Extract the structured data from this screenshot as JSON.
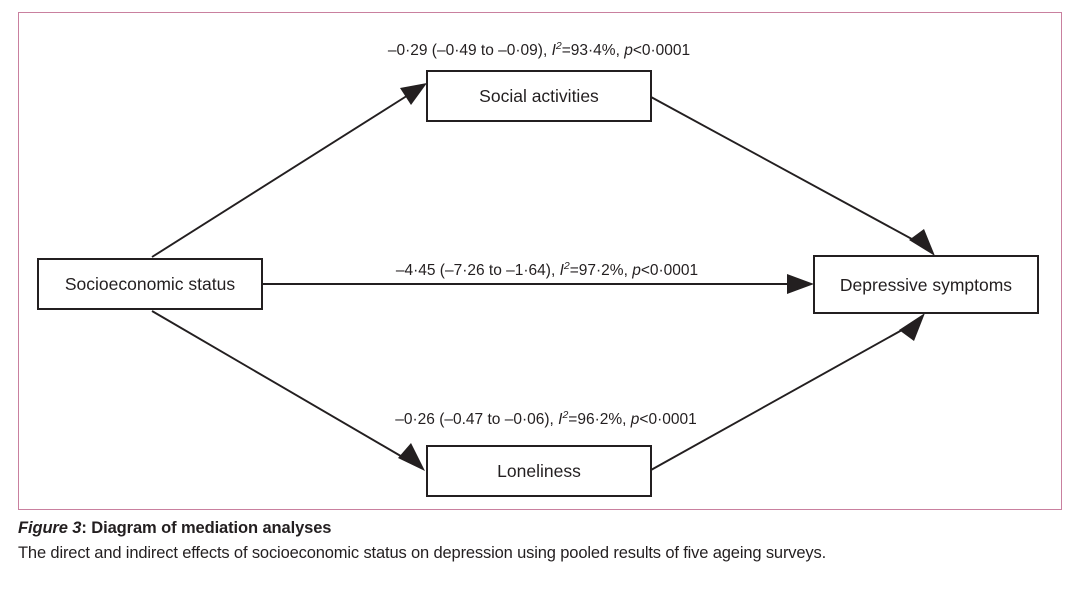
{
  "figure": {
    "border_color": "#c9809f",
    "caption_label": "Figure 3",
    "caption_separator": ": ",
    "caption_title": "Diagram of mediation analyses",
    "caption_body": "The direct and indirect effects of socioeconomic status on depression using pooled results of five ageing surveys."
  },
  "chart_data": {
    "type": "diagram",
    "title": "Diagram of mediation analyses",
    "nodes": [
      {
        "id": "ses",
        "label": "Socioeconomic status"
      },
      {
        "id": "social",
        "label": "Social activities"
      },
      {
        "id": "lonely",
        "label": "Loneliness"
      },
      {
        "id": "depress",
        "label": "Depressive symptoms"
      }
    ],
    "edges": [
      {
        "id": "ses-to-social",
        "from": "ses",
        "to": "social",
        "estimate": "–0·29",
        "ci_low": "–0·49",
        "ci_high": "–0·09",
        "i2": "93·4%",
        "p": "p<0·0001",
        "label_estimate": "–0·29 (–0·49 to –0·09), ",
        "label_i2_prefix": "I",
        "label_i2_sup": "2",
        "label_i2_value": "=93·4%, ",
        "label_p_italic": "p",
        "label_p_value": "<0·0001"
      },
      {
        "id": "ses-to-depress",
        "from": "ses",
        "to": "depress",
        "estimate": "–4·45",
        "ci_low": "–7·26",
        "ci_high": "–1·64",
        "i2": "97·2%",
        "p": "p<0·0001",
        "label_estimate": "–4·45 (–7·26 to –1·64), ",
        "label_i2_prefix": "I",
        "label_i2_sup": "2",
        "label_i2_value": "=97·2%, ",
        "label_p_italic": "p",
        "label_p_value": "<0·0001"
      },
      {
        "id": "ses-to-lonely",
        "from": "ses",
        "to": "lonely",
        "estimate": "–0·26",
        "ci_low": "–0.47",
        "ci_high": "–0·06",
        "i2": "96·2%",
        "p": "p<0·0001",
        "label_estimate": "–0·26 (–0.47 to –0·06), ",
        "label_i2_prefix": "I",
        "label_i2_sup": "2",
        "label_i2_value": "=96·2%, ",
        "label_p_italic": "p",
        "label_p_value": "<0·0001"
      },
      {
        "id": "social-to-depress",
        "from": "social",
        "to": "depress",
        "label_estimate": ""
      },
      {
        "id": "lonely-to-depress",
        "from": "lonely",
        "to": "depress",
        "label_estimate": ""
      }
    ]
  }
}
